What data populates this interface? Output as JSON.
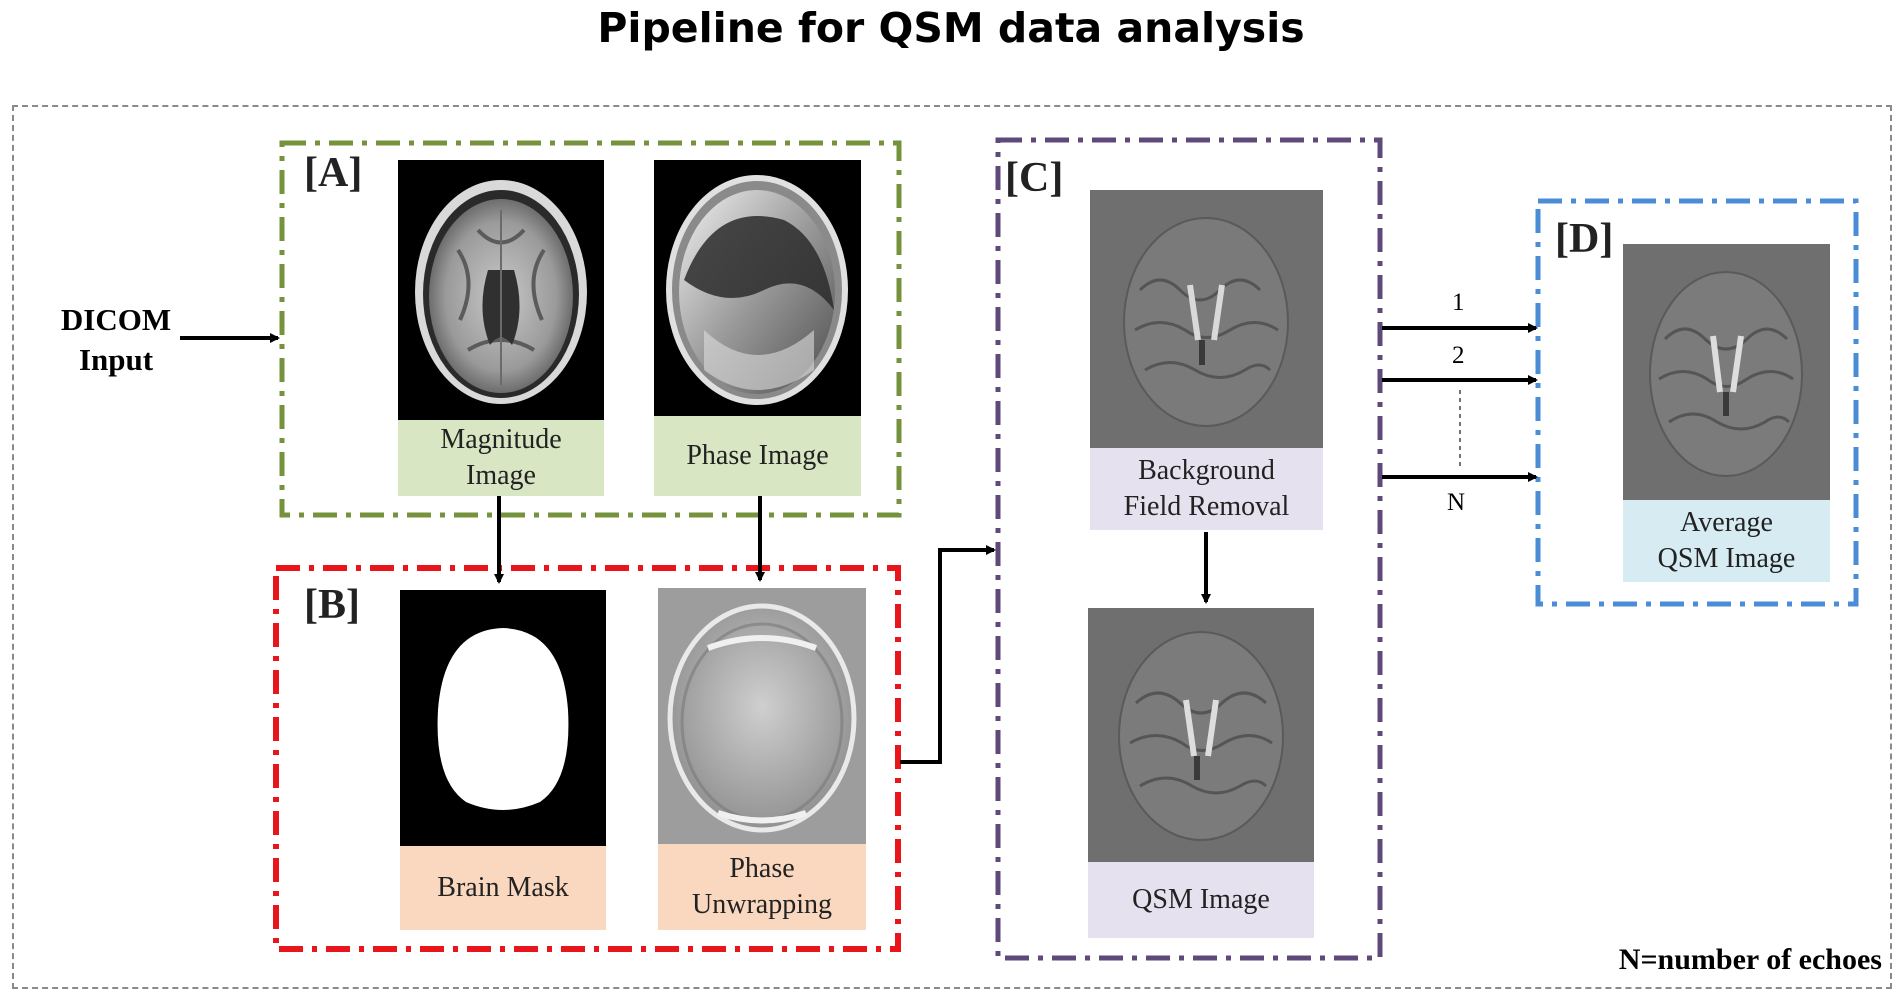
{
  "title": "Pipeline for QSM data analysis",
  "input": {
    "label": "DICOM\nInput"
  },
  "panels": {
    "A": {
      "label": "[A]",
      "color": "#76923c",
      "items": [
        "Magnitude\nImage",
        "Phase Image"
      ]
    },
    "B": {
      "label": "[B]",
      "color": "#e8151b",
      "items": [
        "Brain Mask",
        "Phase\nUnwrapping"
      ]
    },
    "C": {
      "label": "[C]",
      "color": "#5f497a",
      "items": [
        "Background\nField Removal",
        "QSM Image"
      ]
    },
    "D": {
      "label": "[D]",
      "color": "#4a8cd6",
      "items": [
        "Average\nQSM Image"
      ]
    }
  },
  "echo_arrows": [
    "1",
    "2",
    "N"
  ],
  "legend": "N=number of echoes",
  "colors": {
    "outer_frame": "#8a8a8a",
    "caption_green": "#d8e6c3",
    "caption_peach": "#fad8bf",
    "caption_lilac": "#e5e1ee",
    "caption_blue": "#d6ebf2",
    "arrow": "#000000"
  }
}
